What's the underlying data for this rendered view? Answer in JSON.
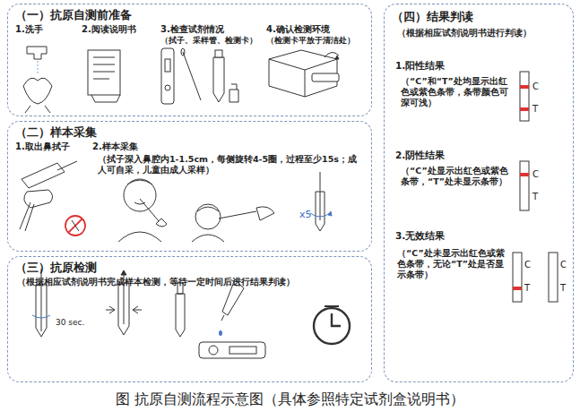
{
  "diagram": {
    "caption": "图 抗原自测流程示意图（具体参照特定试剂盒说明书）",
    "nodes": [
      {
        "text": [
          "（一）抗原自测前准备",
          "1.洗手",
          "2.阅读说明书",
          "3.检查试剂情况",
          "（拭子、采样管、检测卡）",
          "4.确认检测环境",
          "（检测卡平放于清洁处）"
        ]
      },
      {
        "text": [
          "（二）样本采集",
          "1.取出鼻拭子",
          "2.样本采集",
          "（拭子深入鼻腔内1-1.5cm，每侧旋转4-5圈，过程至少15s；成人可自采，儿童由成人采样）"
        ]
      },
      {
        "text": [
          "（三）抗原检测",
          "（根据相应试剂说明书完成样本检测，等待一定时间后进行结果判读）"
        ]
      },
      {
        "text": [
          "（四）结果判读",
          "（根据相应试剂说明书进行判读）",
          "1.阳性结果",
          "（“C”和“T”处均显示出红色或紫色条带，条带颜色可深可浅）",
          "2.阴性结果",
          "（“C”处显示出红色或紫色条带，“T”处未显示条带）",
          "3.无效结果",
          "（“C”处未显示出红色或紫色条带，无论“T”处是否显示条带）"
        ]
      }
    ],
    "labels": [
      "x5",
      "30 sec.",
      "C",
      "T",
      "C",
      "T",
      "C",
      "T",
      "C",
      "T"
    ]
  }
}
